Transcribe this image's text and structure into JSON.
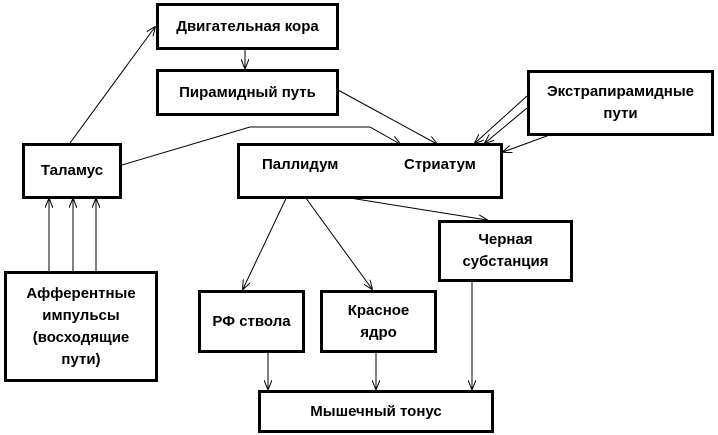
{
  "nodes": {
    "motor_cortex": "Двигательная кора",
    "pyramidal": "Пирамидный путь",
    "extrapyramidal": "Экстрапирамидные\nпути",
    "thalamus": "Таламус",
    "pallidum": "Паллидум",
    "striatum": "Стриатум",
    "substantia_nigra": "Черная\nсубстанция",
    "afferent": "Афферентные\nимпульсы\n(восходящие\nпути)",
    "rf": "РФ ствола",
    "red_nucleus": "Красное\nядро",
    "muscle_tone": "Мышечный тонус"
  }
}
